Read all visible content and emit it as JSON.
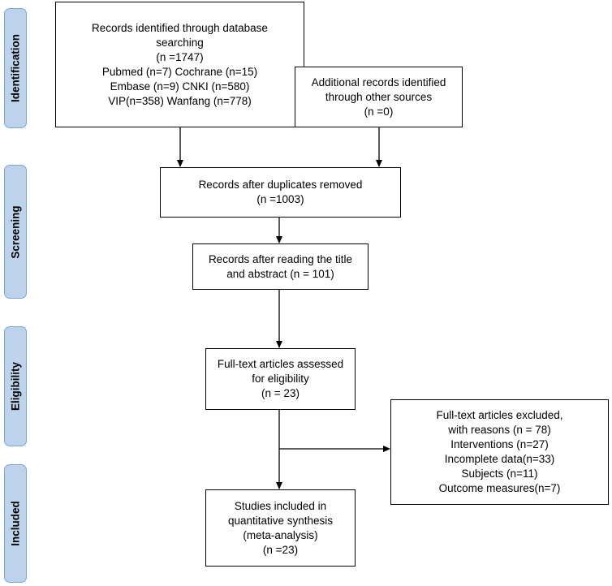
{
  "phases": {
    "identification": "Identification",
    "screening": "Screening",
    "eligibility": "Eligibility",
    "included": "Included"
  },
  "boxes": {
    "database_search": {
      "lines": [
        "Records identified through database",
        "searching",
        "(n =1747)",
        "Pubmed (n=7) Cochrane (n=15)",
        "Embase (n=9) CNKI (n=580)",
        "VIP(n=358) Wanfang (n=778)"
      ]
    },
    "other_sources": {
      "lines": [
        "Additional records identified",
        "through other sources",
        "(n =0)"
      ]
    },
    "duplicates_removed": {
      "lines": [
        "Records after duplicates removed",
        "(n =1003)"
      ]
    },
    "title_abstract": {
      "lines": [
        "Records after reading the title",
        "and abstract (n = 101)"
      ]
    },
    "full_text_assessed": {
      "lines": [
        "Full-text articles assessed",
        "for eligibility",
        "(n = 23)"
      ]
    },
    "excluded": {
      "lines": [
        "Full-text articles excluded,",
        "with reasons (n = 78)",
        "Interventions (n=27)",
        "Incomplete data(n=33)",
        "Subjects (n=11)",
        "Outcome measures(n=7)"
      ]
    },
    "included_studies": {
      "lines": [
        "Studies included in",
        "quantitative synthesis",
        "(meta-analysis)",
        "(n =23)"
      ]
    }
  }
}
